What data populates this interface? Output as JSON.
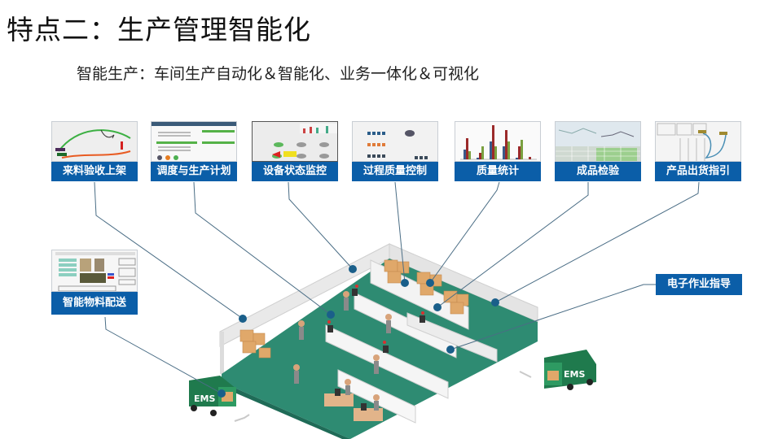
{
  "header": {
    "title": "特点二：生产管理智能化",
    "subtitle": "智能生产：车间生产自动化＆智能化、业务一体化＆可视化"
  },
  "modules": [
    {
      "label": "来料验收上架",
      "thumb": "warehouse-map-icon"
    },
    {
      "label": "调度与生产计划",
      "thumb": "form-window-icon"
    },
    {
      "label": "设备状态监控",
      "thumb": "equipment-dashboard-icon"
    },
    {
      "label": "过程质量控制",
      "thumb": "process-dashboard-icon"
    },
    {
      "label": "质量统计",
      "thumb": "bar-chart-icon"
    },
    {
      "label": "成品检验",
      "thumb": "inspection-table-icon"
    },
    {
      "label": "产品出货指引",
      "thumb": "shipping-map-icon"
    }
  ],
  "side_module": {
    "label": "智能物料配送",
    "thumb": "material-delivery-icon"
  },
  "guide_module": {
    "label": "电子作业指导"
  },
  "trucks": [
    {
      "text": "EMS"
    },
    {
      "text": "EMS"
    }
  ],
  "colors": {
    "accent": "#0b5ea8",
    "floor": "#2e8b72",
    "connector": "#4a6d85",
    "dot": "#1a5f8a",
    "truck": "#1f7a4d",
    "box": "#e0a86a"
  }
}
